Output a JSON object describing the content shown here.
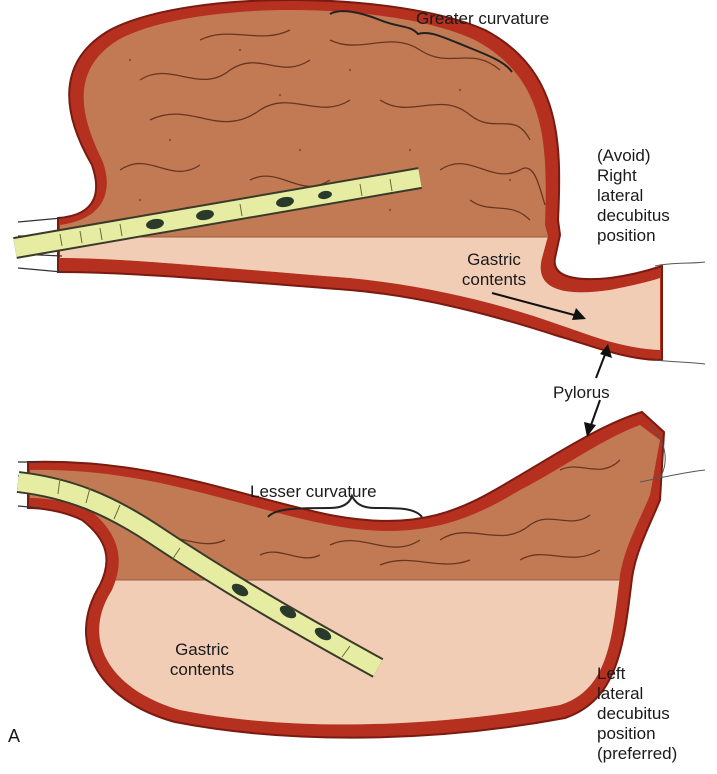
{
  "labels": {
    "greater_curvature": "Greater curvature",
    "right_position": "(Avoid)\nRight\nlateral\ndecubitus\nposition",
    "gastric_contents_top": "Gastric\ncontents",
    "pylorus": "Pylorus",
    "lesser_curvature": "Lesser curvature",
    "gastric_contents_bottom": "Gastric\ncontents",
    "left_position": "Left\nlateral\ndecubitus\nposition\n(preferred)",
    "panel_letter": "A"
  },
  "colors": {
    "wall": "#b5301f",
    "wall_dark": "#7a1a10",
    "mucosa": "#c27a55",
    "fluid": "#f2cdb6",
    "tube": "#e6eda3",
    "tube_spot": "#2a3a2a",
    "background": "#ffffff"
  }
}
